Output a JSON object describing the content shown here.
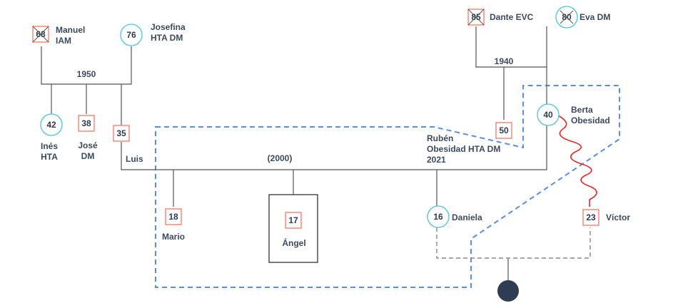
{
  "colors": {
    "male_border": "#f07a6a",
    "female_border": "#4fc3d0",
    "line": "#555555",
    "household_dash": "#5b8de0",
    "conflict": "#e02828",
    "pregnancy_fill": "#2f3d52",
    "text": "#3d4a5c"
  },
  "years": {
    "manuel_josefina": "1950",
    "dante_eva": "1940",
    "luis_berta": "(2000)",
    "ruben": "2021"
  },
  "people": {
    "manuel": {
      "age": "68",
      "name": "Manuel",
      "condition": "IAM",
      "deceased": true
    },
    "josefina": {
      "age": "76",
      "name": "Josefina",
      "condition": "HTA DM"
    },
    "dante": {
      "age": "85",
      "name": "Dante EVC",
      "deceased": true
    },
    "eva": {
      "age": "80",
      "name": "Eva DM",
      "deceased": true
    },
    "ines": {
      "age": "42",
      "name": "Inés",
      "condition": "HTA"
    },
    "jose": {
      "age": "38",
      "name": "José",
      "condition": "DM"
    },
    "luis": {
      "age": "35",
      "name": "Luis"
    },
    "ruben": {
      "age": "50",
      "name": "Rubén",
      "condition": "Obesidad HTA DM"
    },
    "berta": {
      "age": "40",
      "name": "Berta",
      "condition": "Obesidad"
    },
    "mario": {
      "age": "18",
      "name": "Mario"
    },
    "angel": {
      "age": "17",
      "name": "Ángel"
    },
    "daniela": {
      "age": "16",
      "name": "Daniela"
    },
    "victor": {
      "age": "23",
      "name": "Víctor"
    }
  }
}
